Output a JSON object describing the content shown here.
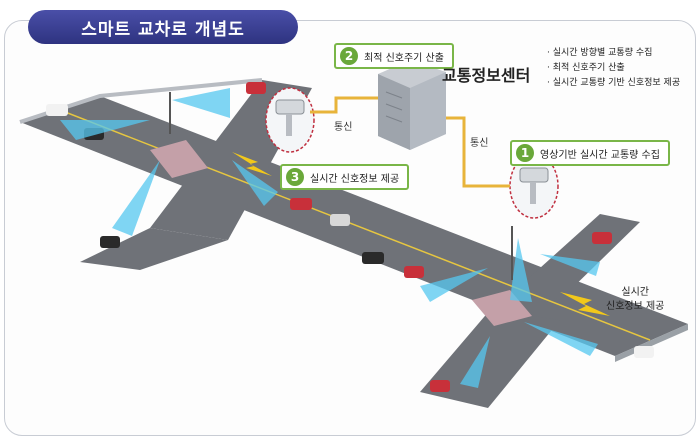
{
  "title": "스마트 교차로 개념도",
  "center": {
    "name": "교통정보센터",
    "info": [
      "실시간 방향별 교통량 수집",
      "최적 신호주기 산출",
      "실시간 교통량 기반 신호정보 제공"
    ]
  },
  "steps": [
    {
      "num": "2",
      "label": "최적 신호주기 산출"
    },
    {
      "num": "1",
      "label": "영상기반 실시간 교통량 수집"
    },
    {
      "num": "3",
      "label": "실시간 신호정보 제공"
    }
  ],
  "comm_left": "통신",
  "comm_right": "통신",
  "side_label": [
    "실시간",
    "신호정보 제공"
  ],
  "colors": {
    "title_bg": "#3a3f96",
    "step_border": "#7ab648",
    "road": "#6f7278",
    "beam": "#56c8f0"
  }
}
